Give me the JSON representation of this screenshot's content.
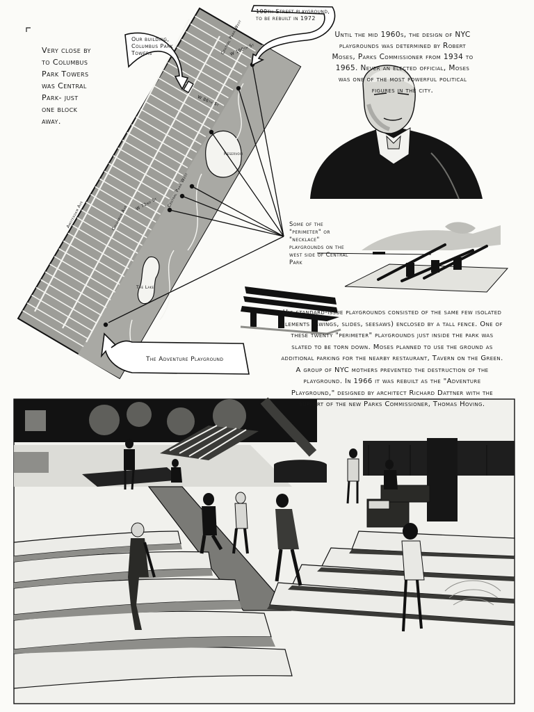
{
  "intro": {
    "lines": [
      "Very close by",
      "to Columbus",
      "Park Towers",
      "was Central",
      "Park- just",
      "one block",
      "away."
    ]
  },
  "moses": {
    "text": "Until the mid 1960s, the design of NYC playgrounds was determined by Robert Moses, Parks Commissioner from 1934 to 1965. Never an elected official, Moses was one of the most powerful political figures in the city."
  },
  "map": {
    "callouts": {
      "building": "Our building, Columbus Park Towers",
      "playground_100th": "100th Street playground, to be rebuilt in 1972",
      "perimeter": "Some of the \"perimeter\" or \"necklace\" playgrounds on the west side of Central Park",
      "adventure": "The Adventure Playground"
    },
    "streets": {
      "cpw": "Central Park West",
      "w100": "W 100th St",
      "w86": "W 86th St",
      "reservoir": "Reservoir",
      "w72": "W 72nd St",
      "cpwest": "Central Park West",
      "columbus": "Columbus Ave",
      "amsterdam": "Amsterdam Ave",
      "lake": "The Lake"
    }
  },
  "playgrounds": {
    "text": "His standard-issue playgrounds consisted of the same few isolated elements (swings, slides, seesaws) enclosed by a tall fence. One of these twenty \"perimeter\" playgrounds just inside the park was slated to be torn down. Moses planned to use the ground as additional parking for the nearby restaurant, Tavern on the Green. A group of NYC mothers prevented the destruction of the playground. In 1966 it was rebuilt as the \"Adventure Playground,\" designed by architect Richard Dattner with the support of the new Parks Commissioner, Thomas Hoving."
  },
  "colors": {
    "ink": "#161616",
    "gray": "#8e8e8a",
    "light": "#c9c9c4",
    "paper": "#fbfbf8"
  }
}
